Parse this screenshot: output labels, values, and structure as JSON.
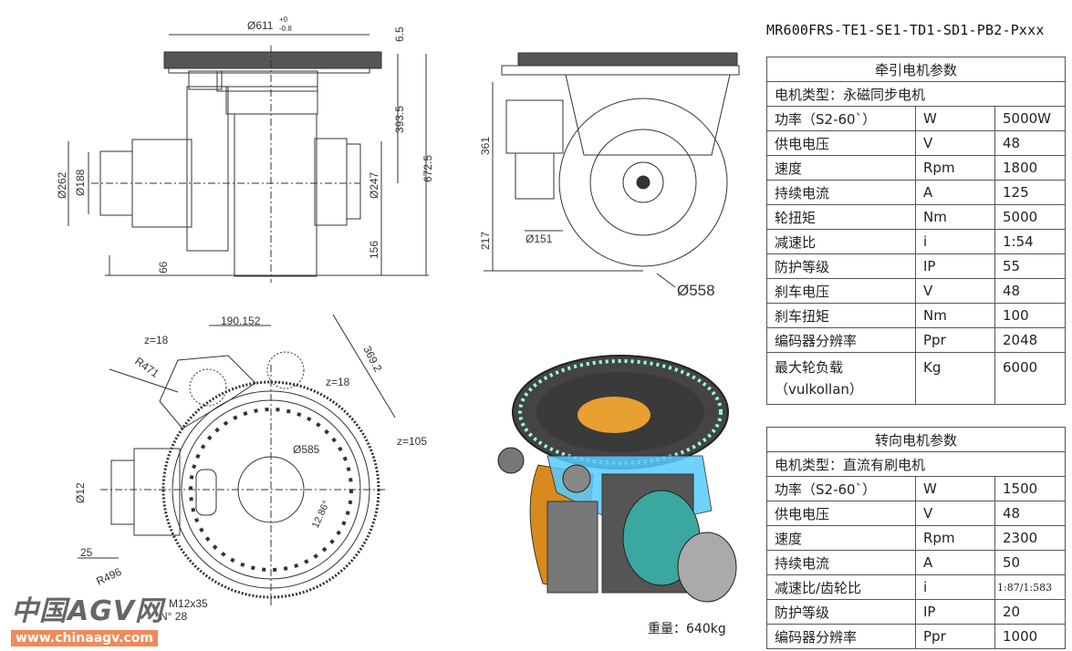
{
  "model": "MR600FRS-TE1-SE1-TD1-SD1-PB2-Pxxx",
  "traction_table": {
    "header": "牵引电机参数",
    "motor_type": "电机类型：永磁同步电机",
    "rows": [
      {
        "param": "功率（S2-60`）",
        "unit": "W",
        "value": "5000W"
      },
      {
        "param": "供电电压",
        "unit": "V",
        "value": "48"
      },
      {
        "param": "速度",
        "unit": "Rpm",
        "value": "1800"
      },
      {
        "param": "持续电流",
        "unit": "A",
        "value": "125"
      },
      {
        "param": "轮扭矩",
        "unit": "Nm",
        "value": "5000"
      },
      {
        "param": "减速比",
        "unit": "i",
        "value": "1:54"
      },
      {
        "param": "防护等级",
        "unit": "IP",
        "value": "55"
      },
      {
        "param": "刹车电压",
        "unit": "V",
        "value": "48"
      },
      {
        "param": "刹车扭矩",
        "unit": "Nm",
        "value": "100"
      },
      {
        "param": "编码器分辨率",
        "unit": "Ppr",
        "value": "2048"
      },
      {
        "param": "最大轮负载",
        "param2": "（vulkollan）",
        "unit": "Kg",
        "value": "6000"
      }
    ]
  },
  "steering_table": {
    "header": "转向电机参数",
    "motor_type": "电机类型：直流有刷电机",
    "rows": [
      {
        "param": "功率（S2-60`）",
        "unit": "W",
        "value": "1500"
      },
      {
        "param": "供电电压",
        "unit": "V",
        "value": "48"
      },
      {
        "param": "速度",
        "unit": "Rpm",
        "value": "2300"
      },
      {
        "param": "持续电流",
        "unit": "A",
        "value": "50"
      },
      {
        "param": "减速比/齿轮比",
        "unit": "i",
        "value": "1:87/1:583"
      },
      {
        "param": "防护等级",
        "unit": "IP",
        "value": "20"
      },
      {
        "param": "编码器分辨率",
        "unit": "Ppr",
        "value": "1000"
      }
    ]
  },
  "weight": "重量：640kg",
  "front_view": {
    "dia_top": "Ø611",
    "tol_upper": "+0",
    "tol_lower": "-0.8",
    "d_6_5": "6.5",
    "d_393_5": "393.5",
    "d_672_5": "672.5",
    "d_262": "Ø262",
    "d_188": "Ø188",
    "d_247": "Ø247",
    "d_156": "156",
    "d_66": "66"
  },
  "side_view": {
    "d_361": "361",
    "d_217": "217",
    "d_151": "Ø151",
    "d_558": "Ø558"
  },
  "top_view": {
    "d_190": "190.152",
    "z18a": "z=18",
    "z18b": "z=18",
    "r471": "R471",
    "d_369": "369.2",
    "z105": "z=105",
    "d_585": "Ø585",
    "ang": "12.86°",
    "d_12": "Ø12",
    "d_25": "25",
    "r496": "R496",
    "holes": "M12x35",
    "holes_n": "N° 28"
  },
  "watermark": {
    "cn": "中国AGV网",
    "url": "www.chinaagv.com"
  }
}
